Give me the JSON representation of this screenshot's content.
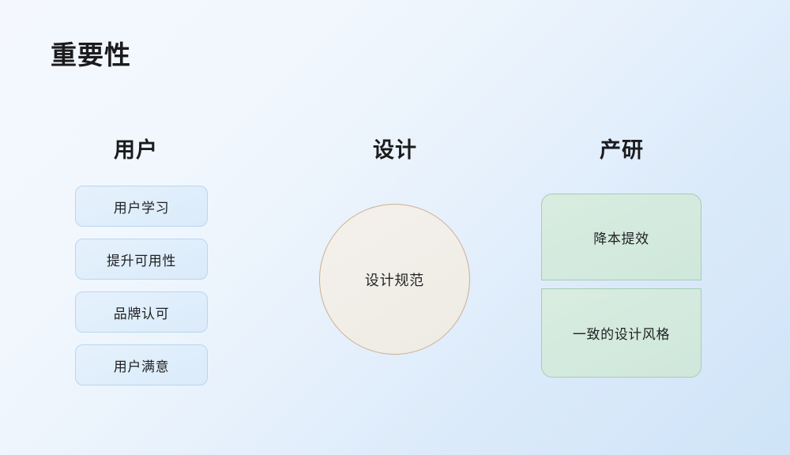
{
  "slide": {
    "title": "重要性",
    "background_start": "#f4f8fe",
    "background_end": "#cfe4f8"
  },
  "columns": {
    "user": {
      "header": "用户",
      "accent": "#b9d6ef",
      "fill": "#e1eefb",
      "items": [
        {
          "label": "用户学习"
        },
        {
          "label": "提升可用性"
        },
        {
          "label": "品牌认可"
        },
        {
          "label": "用户满意"
        }
      ]
    },
    "design": {
      "header": "设计",
      "accent": "#cbb08f",
      "fill": "#f1eee8",
      "center_label": "设计规范"
    },
    "product": {
      "header": "产研",
      "accent": "#a5cdb4",
      "fill": "#d4eade",
      "items": [
        {
          "label": "降本提效"
        },
        {
          "label": "一致的设计风格"
        }
      ]
    }
  }
}
